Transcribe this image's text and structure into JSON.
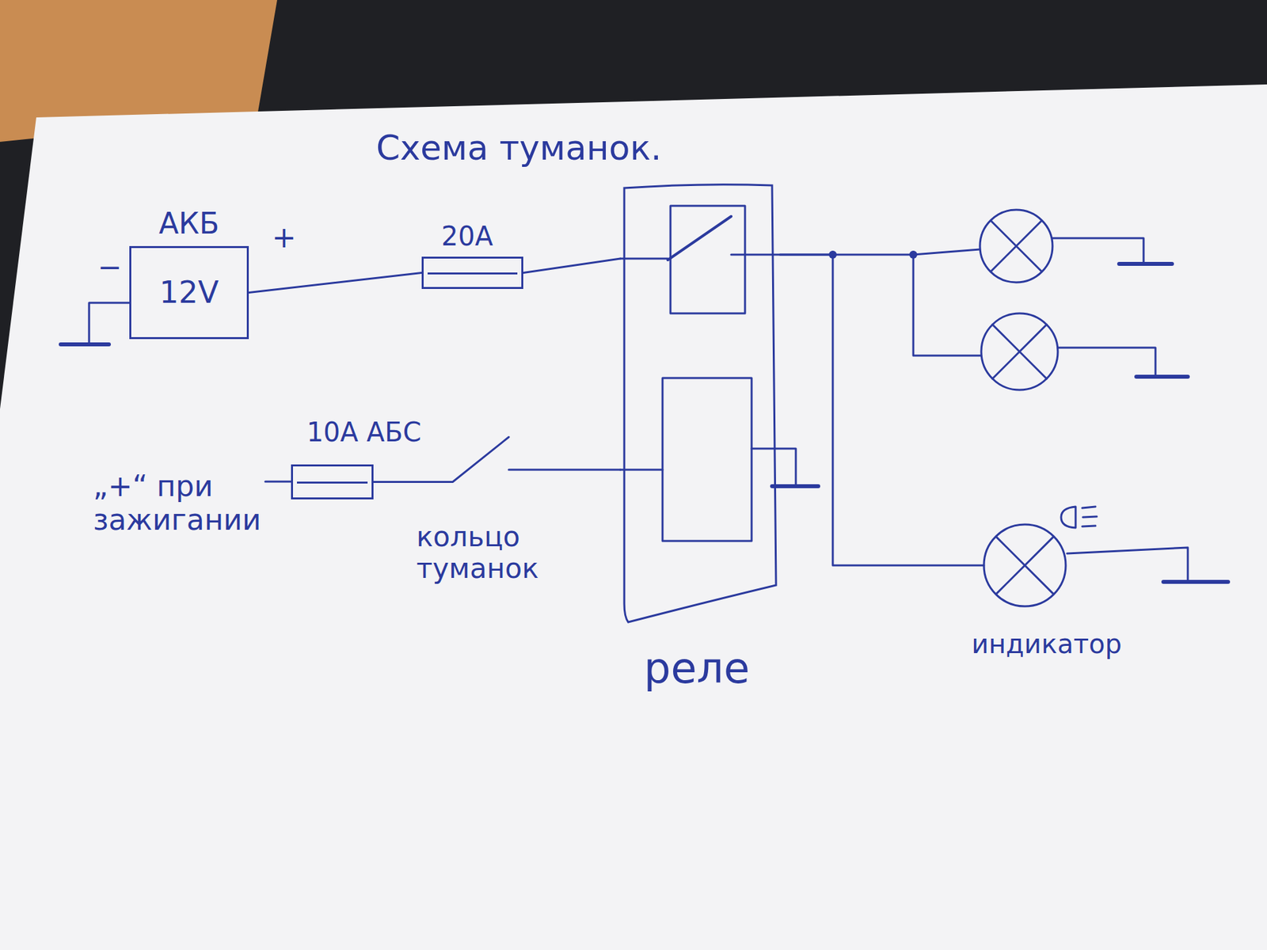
{
  "diagram": {
    "title": "Схема туманок.",
    "nodes": [
      {
        "text": [
          "АКБ",
          "12V"
        ]
      },
      {
        "text": [
          "20А"
        ]
      },
      {
        "text": [
          "реле"
        ]
      },
      {
        "text": [
          "10А АБС"
        ]
      },
      {
        "text": [
          "индикатор"
        ]
      }
    ],
    "edges": [
      {
        "from": 0,
        "to": 1,
        "arrow": "none"
      },
      {
        "from": 1,
        "to": 2,
        "arrow": "none"
      },
      {
        "from": 2,
        "to": 4,
        "arrow": "none"
      },
      {
        "from": 3,
        "to": 2,
        "arrow": "none"
      }
    ],
    "labels": [
      "+",
      "−",
      "„+“ при зажигании",
      "кольцо туманок"
    ]
  }
}
